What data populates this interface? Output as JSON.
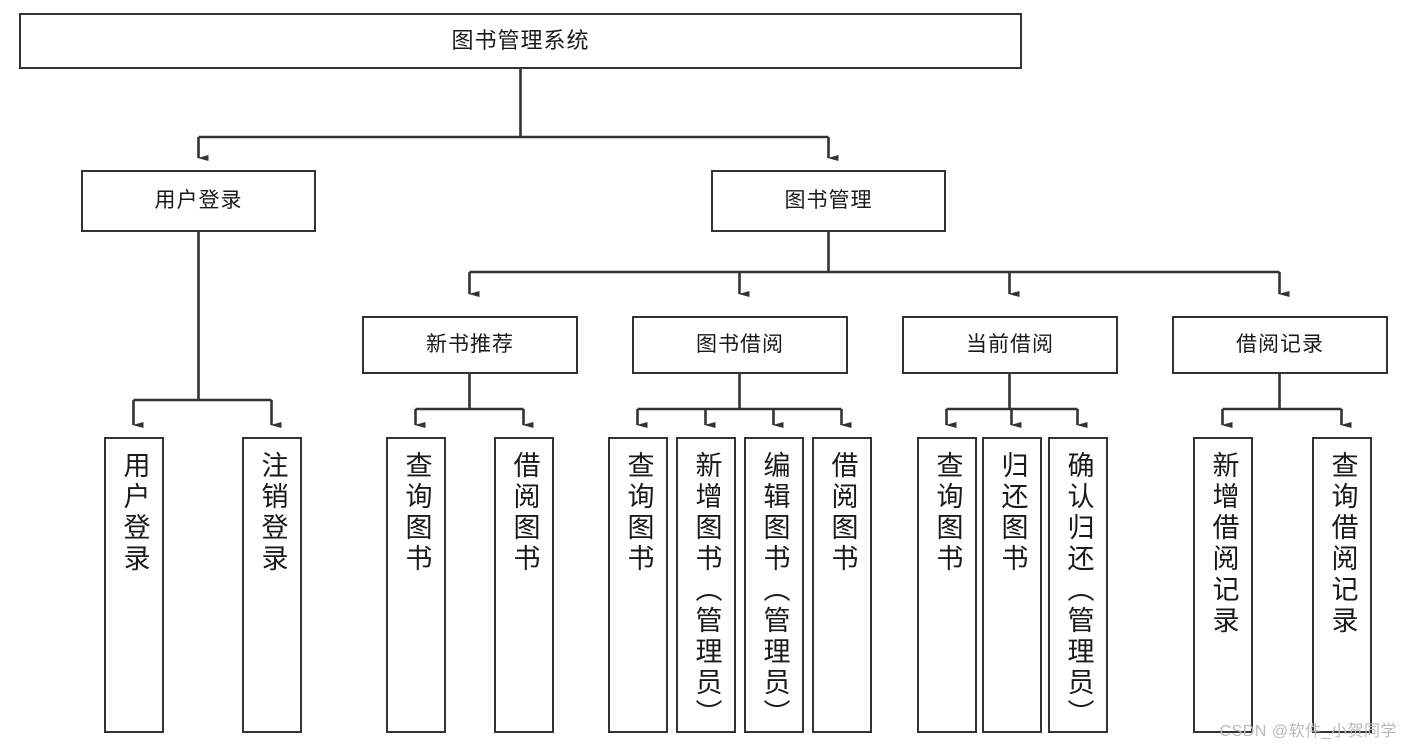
{
  "diagram": {
    "type": "tree",
    "title": "图书管理系统",
    "orientation": "top-down",
    "colors": {
      "box_border": "#333333",
      "box_fill": "#ffffff",
      "edge": "#333333",
      "text": "#1a1a1a",
      "watermark": "#b9b9b9",
      "background": "#ffffff"
    }
  },
  "watermark": {
    "text": "CSDN @软件_小贺同学"
  },
  "nodes": {
    "root": {
      "label": "图书管理系统",
      "level": 0
    },
    "level1": [
      {
        "id": "user-login",
        "label": "用户登录"
      },
      {
        "id": "book-manage",
        "label": "图书管理"
      }
    ],
    "level2": [
      {
        "id": "new-book-recommend",
        "label": "新书推荐"
      },
      {
        "id": "book-borrow",
        "label": "图书借阅"
      },
      {
        "id": "current-borrow",
        "label": "当前借阅"
      },
      {
        "id": "borrow-record",
        "label": "借阅记录"
      }
    ],
    "leaves": {
      "user-login": [
        {
          "id": "leaf-user-login",
          "label": "用户登录"
        },
        {
          "id": "leaf-user-logout",
          "label": "注销登录"
        }
      ],
      "new-book-recommend": [
        {
          "id": "leaf-query-book-1",
          "label": "查询图书"
        },
        {
          "id": "leaf-borrow-book-1",
          "label": "借阅图书"
        }
      ],
      "book-borrow": [
        {
          "id": "leaf-query-book-2",
          "label": "查询图书"
        },
        {
          "id": "leaf-add-book",
          "label": "新增图书（管理员）"
        },
        {
          "id": "leaf-edit-book",
          "label": "编辑图书（管理员）"
        },
        {
          "id": "leaf-borrow-book-2",
          "label": "借阅图书"
        }
      ],
      "current-borrow": [
        {
          "id": "leaf-query-book-3",
          "label": "查询图书"
        },
        {
          "id": "leaf-return-book",
          "label": "归还图书"
        },
        {
          "id": "leaf-confirm-return",
          "label": "确认归还（管理员）"
        }
      ],
      "borrow-record": [
        {
          "id": "leaf-add-record",
          "label": "新增借阅记录"
        },
        {
          "id": "leaf-query-record",
          "label": "查询借阅记录"
        }
      ]
    }
  }
}
